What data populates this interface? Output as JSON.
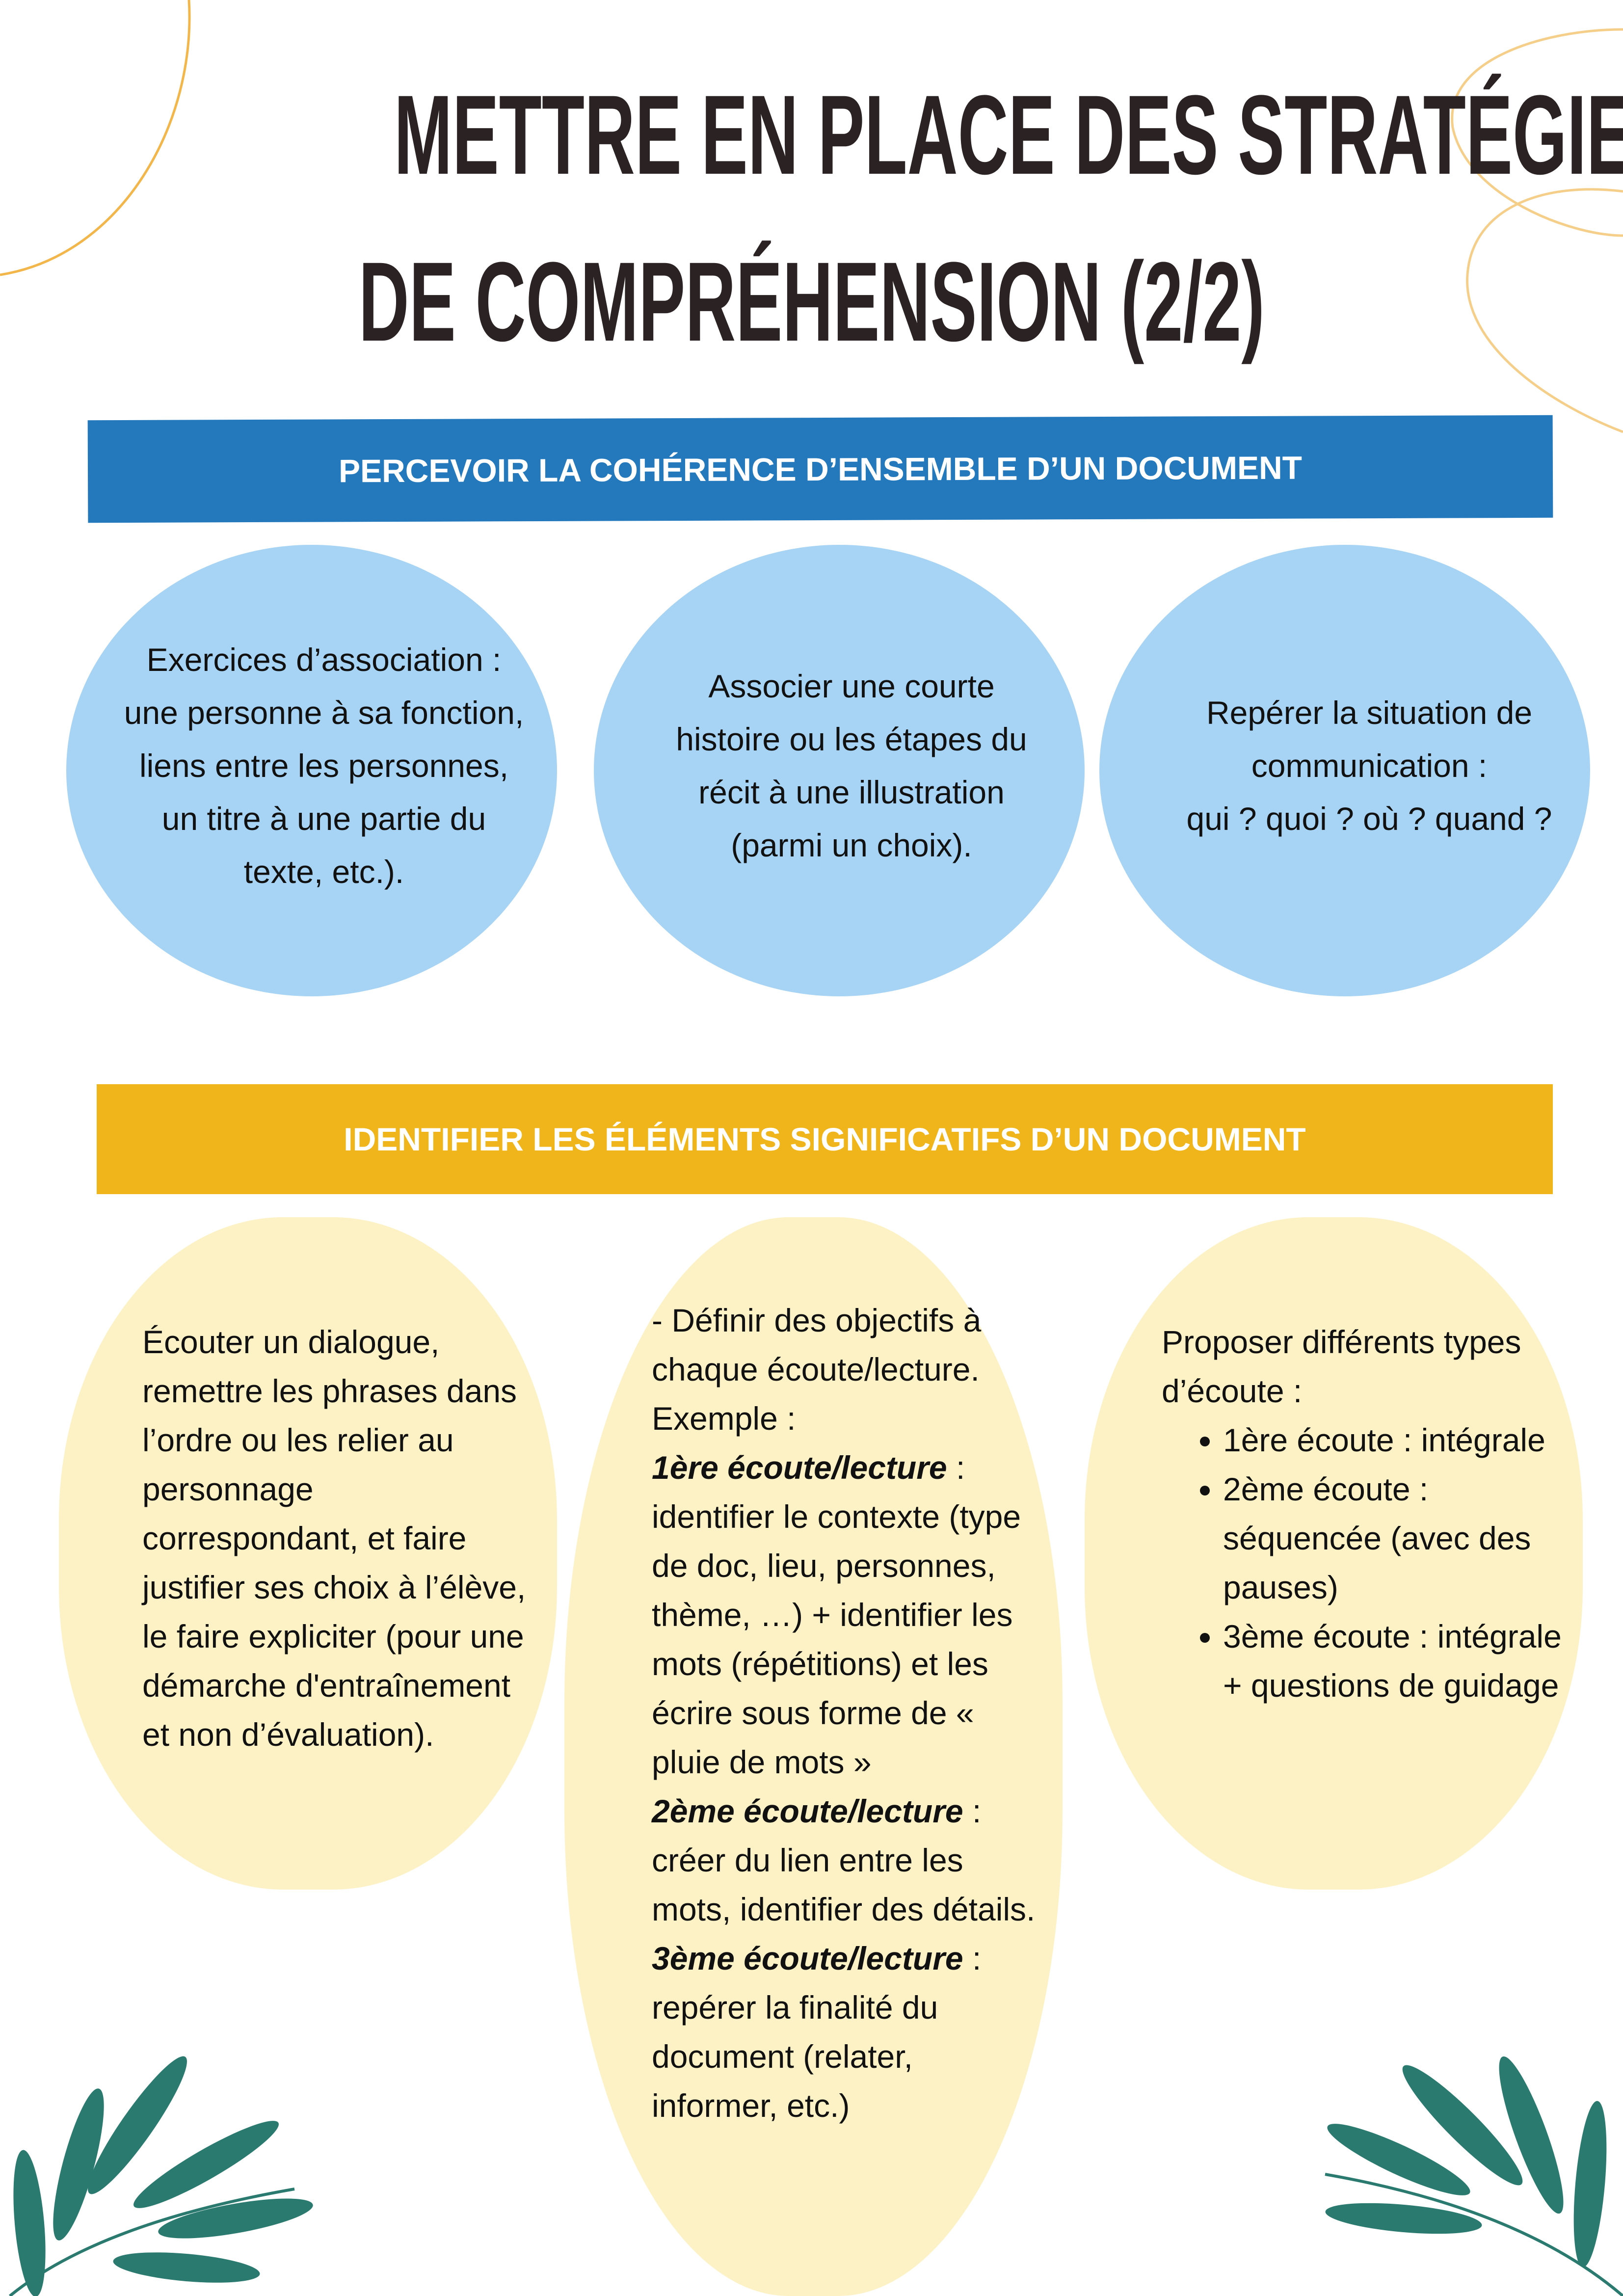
{
  "title": {
    "line1": "METTRE EN PLACE DES STRATÉGIES",
    "line2": "DE COMPRÉHENSION (2/2)"
  },
  "colors": {
    "blue_banner": "#2479bd",
    "blue_blob": "#a7d4f4",
    "yellow_banner": "#f0b51a",
    "yellow_blob": "#fdf2c6",
    "leaf": "#2b7a6f",
    "curve": "#f2b64a"
  },
  "section1": {
    "heading": "PERCEVOIR LA COHÉRENCE D’ENSEMBLE D’UN DOCUMENT",
    "cards": [
      {
        "text": "Exercices d’association : une personne à sa fonction, liens entre les personnes, un titre à une partie du texte, etc.)."
      },
      {
        "text": "Associer une courte histoire ou les étapes du récit à une illustration (parmi un choix)."
      },
      {
        "line1": "Repérer la situation de communication :",
        "line2": "qui ? quoi ? où ? quand ?"
      }
    ]
  },
  "section2": {
    "heading": "IDENTIFIER LES ÉLÉMENTS SIGNIFICATIFS D’UN DOCUMENT",
    "card1": "Écouter un dialogue, remettre les phrases dans l’ordre ou les relier au personnage correspondant, et faire justifier ses choix à l’élève, le faire expliciter (pour une démarche d'entraînement et non d’évaluation).",
    "card2": {
      "intro": "- Définir des objectifs à chaque écoute/lecture. Exemple :",
      "step1_label": "1ère écoute/lecture",
      "step1_text": " : identifier le contexte (type de doc, lieu, personnes, thème, …) + identifier les mots (répétitions) et les écrire sous forme de « pluie de mots »",
      "step2_label": "2ème écoute/lecture",
      "step2_text": " : créer du lien entre les mots, identifier des détails.",
      "step3_label": "3ème écoute/lecture",
      "step3_text": " : repérer la finalité du document (relater, informer, etc.)"
    },
    "card3": {
      "intro": "Proposer différents types d’écoute :",
      "items": [
        "1ère écoute : intégrale",
        "2ème écoute : séquencée (avec des pauses)",
        "3ème écoute : intégrale + questions de guidage"
      ]
    }
  }
}
